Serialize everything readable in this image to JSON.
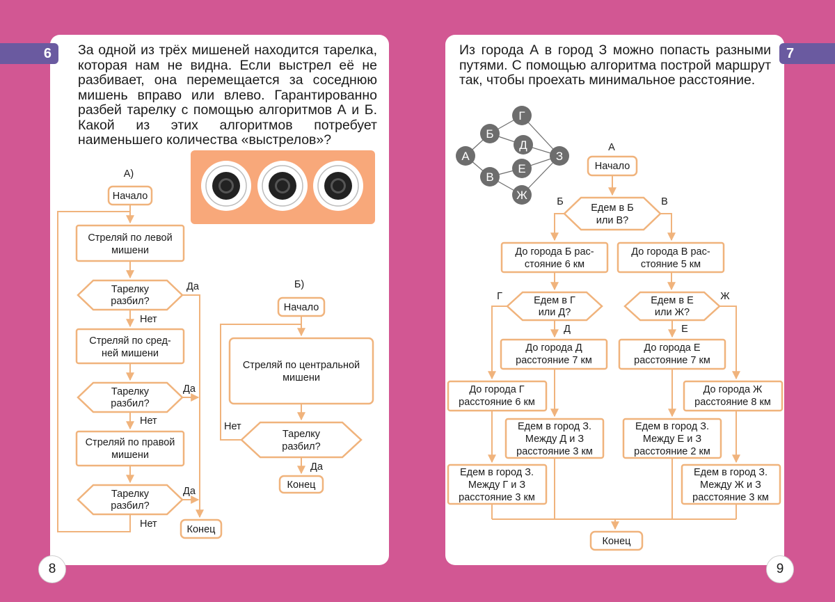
{
  "left_page": {
    "task_number": "6",
    "task_text": "За одной из трёх мишеней находится тарелка, которая нам не видна. Если выстрел её не разбивает, она перемещается за соседнюю мишень вправо или влево. Гарантированно разбей тарелку с помощью алгоритмов А и Б. Какой из этих алгоритмов потребует наименьшего количества «выстрелов»?",
    "page_number": "8",
    "algo_a": {
      "label": "А)",
      "start": "Начало",
      "shoot_left": [
        "Стреляй по левой",
        "мишени"
      ],
      "cond1": [
        "Тарелку",
        "разбил?"
      ],
      "shoot_middle": [
        "Стреляй по сред-",
        "ней мишени"
      ],
      "cond2": [
        "Тарелку",
        "разбил?"
      ],
      "shoot_right": [
        "Стреляй по правой",
        "мишени"
      ],
      "cond3": [
        "Тарелку",
        "разбил?"
      ],
      "yes": "Да",
      "no": "Нет",
      "end": "Конец"
    },
    "algo_b": {
      "label": "Б)",
      "start": "Начало",
      "shoot_center": [
        "Стреляй по центральной",
        "мишени"
      ],
      "cond": [
        "Тарелку",
        "разбил?"
      ],
      "no": "Нет",
      "yes": "Да",
      "end": "Конец"
    },
    "targets": {
      "count": 3,
      "panel_color": "#f8a87a"
    }
  },
  "right_page": {
    "task_number": "7",
    "task_text": "Из города А в город З можно попасть разными путями. С помощью алгоритма построй маршрут так, чтобы проехать минимальное расстояние.",
    "page_number": "9",
    "graph_nodes": [
      "А",
      "Б",
      "В",
      "Г",
      "Д",
      "Е",
      "Ж",
      "З"
    ],
    "flow": {
      "top_label": "А",
      "start": "Начало",
      "q1": [
        "Едем в Б",
        "или В?"
      ],
      "q1_left": "Б",
      "q1_right": "В",
      "to_b": [
        "До города Б рас-",
        "стояние 6 км"
      ],
      "to_v": [
        "До города В рас-",
        "стояние 5 км"
      ],
      "q2": [
        "Едем в Г",
        "или Д?"
      ],
      "q2_left": "Г",
      "q2_down": "Д",
      "q3": [
        "Едем в Е",
        "или Ж?"
      ],
      "q3_down": "Е",
      "q3_right": "Ж",
      "to_d": [
        "До города Д",
        "расстояние 7 км"
      ],
      "to_e": [
        "До города Е",
        "расстояние 7 км"
      ],
      "to_g": [
        "До города Г",
        "расстояние 6 км"
      ],
      "to_zh": [
        "До города Ж",
        "расстояние 8 км"
      ],
      "d_z": [
        "Едем в город З.",
        "Между Д и З",
        "расстояние 3 км"
      ],
      "e_z": [
        "Едем в город З.",
        "Между Е и З",
        "расстояние 2 км"
      ],
      "g_z": [
        "Едем в город З.",
        "Между Г и З",
        "расстояние 3 км"
      ],
      "zh_z": [
        "Едем в город З.",
        "Между Ж и З",
        "расстояние 3 км"
      ],
      "end": "Конец"
    }
  },
  "colors": {
    "background": "#d25793",
    "tab": "#6a5aa0",
    "flow_line": "#f0b37c",
    "graph_node": "#6d6d6d"
  }
}
